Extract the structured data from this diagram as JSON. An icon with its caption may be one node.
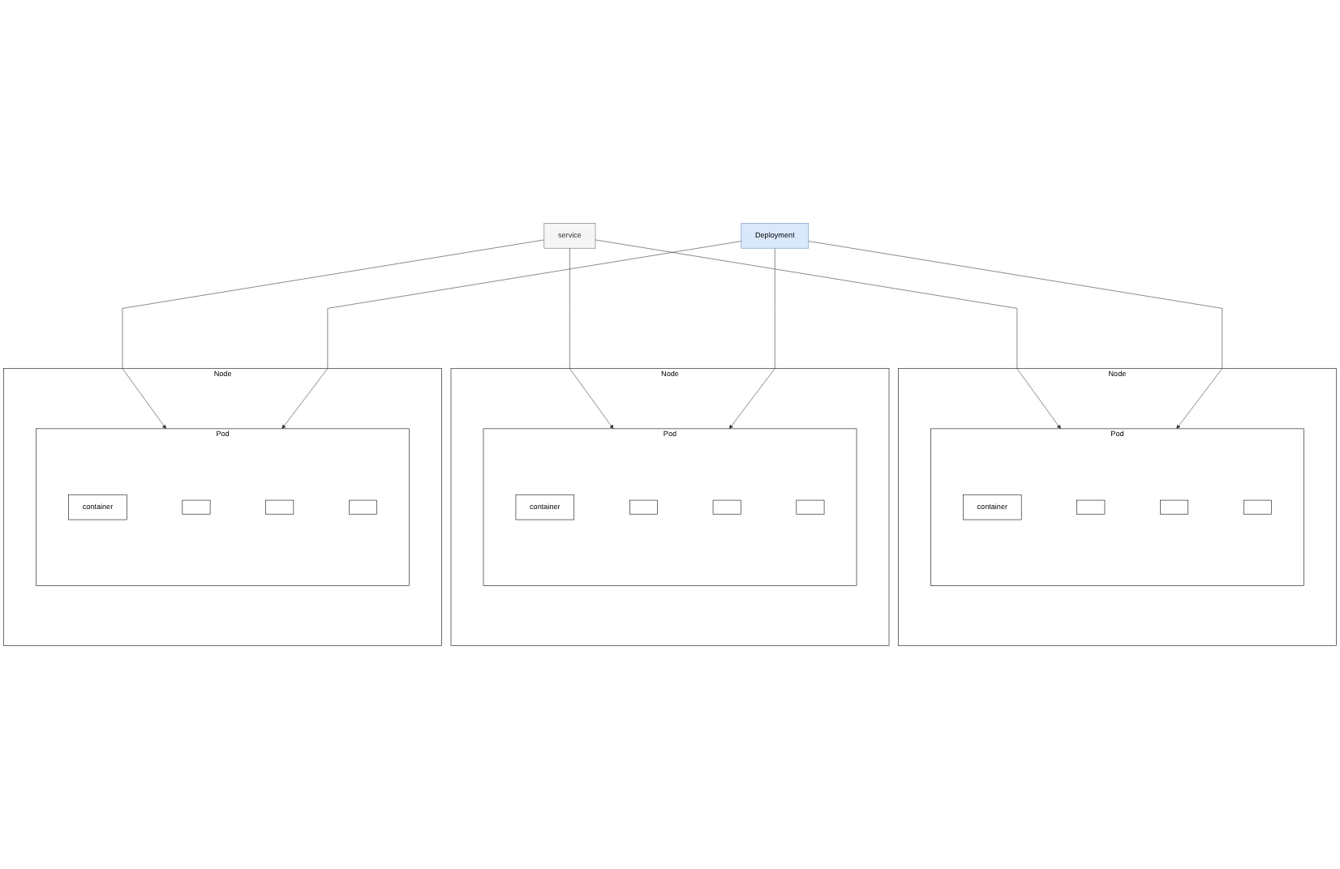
{
  "diagram": {
    "nodes": [
      {
        "text": [
          "service"
        ]
      },
      {
        "text": [
          "Node"
        ]
      },
      {
        "text": [
          "Pod"
        ],
        "in": 1
      },
      {
        "text": [
          "container"
        ],
        "in": 2
      },
      {
        "text": [],
        "shape": "box",
        "in": 2
      },
      {
        "text": [],
        "shape": "box",
        "in": 2
      },
      {
        "text": [],
        "shape": "box",
        "in": 2
      },
      {
        "text": [
          "Node"
        ]
      },
      {
        "text": [
          "Pod"
        ],
        "in": 7
      },
      {
        "text": [
          "container"
        ],
        "in": 8
      },
      {
        "text": [],
        "shape": "box",
        "in": 8
      },
      {
        "text": [],
        "shape": "box",
        "in": 8
      },
      {
        "text": [],
        "shape": "box",
        "in": 8
      },
      {
        "text": [
          "Node"
        ]
      },
      {
        "text": [
          "Pod"
        ],
        "in": 13
      },
      {
        "text": [
          "container"
        ],
        "in": 14
      },
      {
        "text": [],
        "shape": "box",
        "in": 14
      },
      {
        "text": [],
        "shape": "box",
        "in": 14
      },
      {
        "text": [],
        "shape": "box",
        "in": 14
      },
      {
        "text": [
          "Deployment"
        ]
      }
    ],
    "edges": [
      {
        "from": 0,
        "to": 2,
        "arrow": "to"
      },
      {
        "from": 0,
        "to": 8,
        "arrow": "to"
      },
      {
        "from": 0,
        "to": 14,
        "arrow": "to"
      },
      {
        "from": 19,
        "to": 2,
        "arrow": "to"
      },
      {
        "from": 19,
        "to": 8,
        "arrow": "to"
      },
      {
        "from": 19,
        "to": 14,
        "arrow": "to"
      }
    ]
  }
}
